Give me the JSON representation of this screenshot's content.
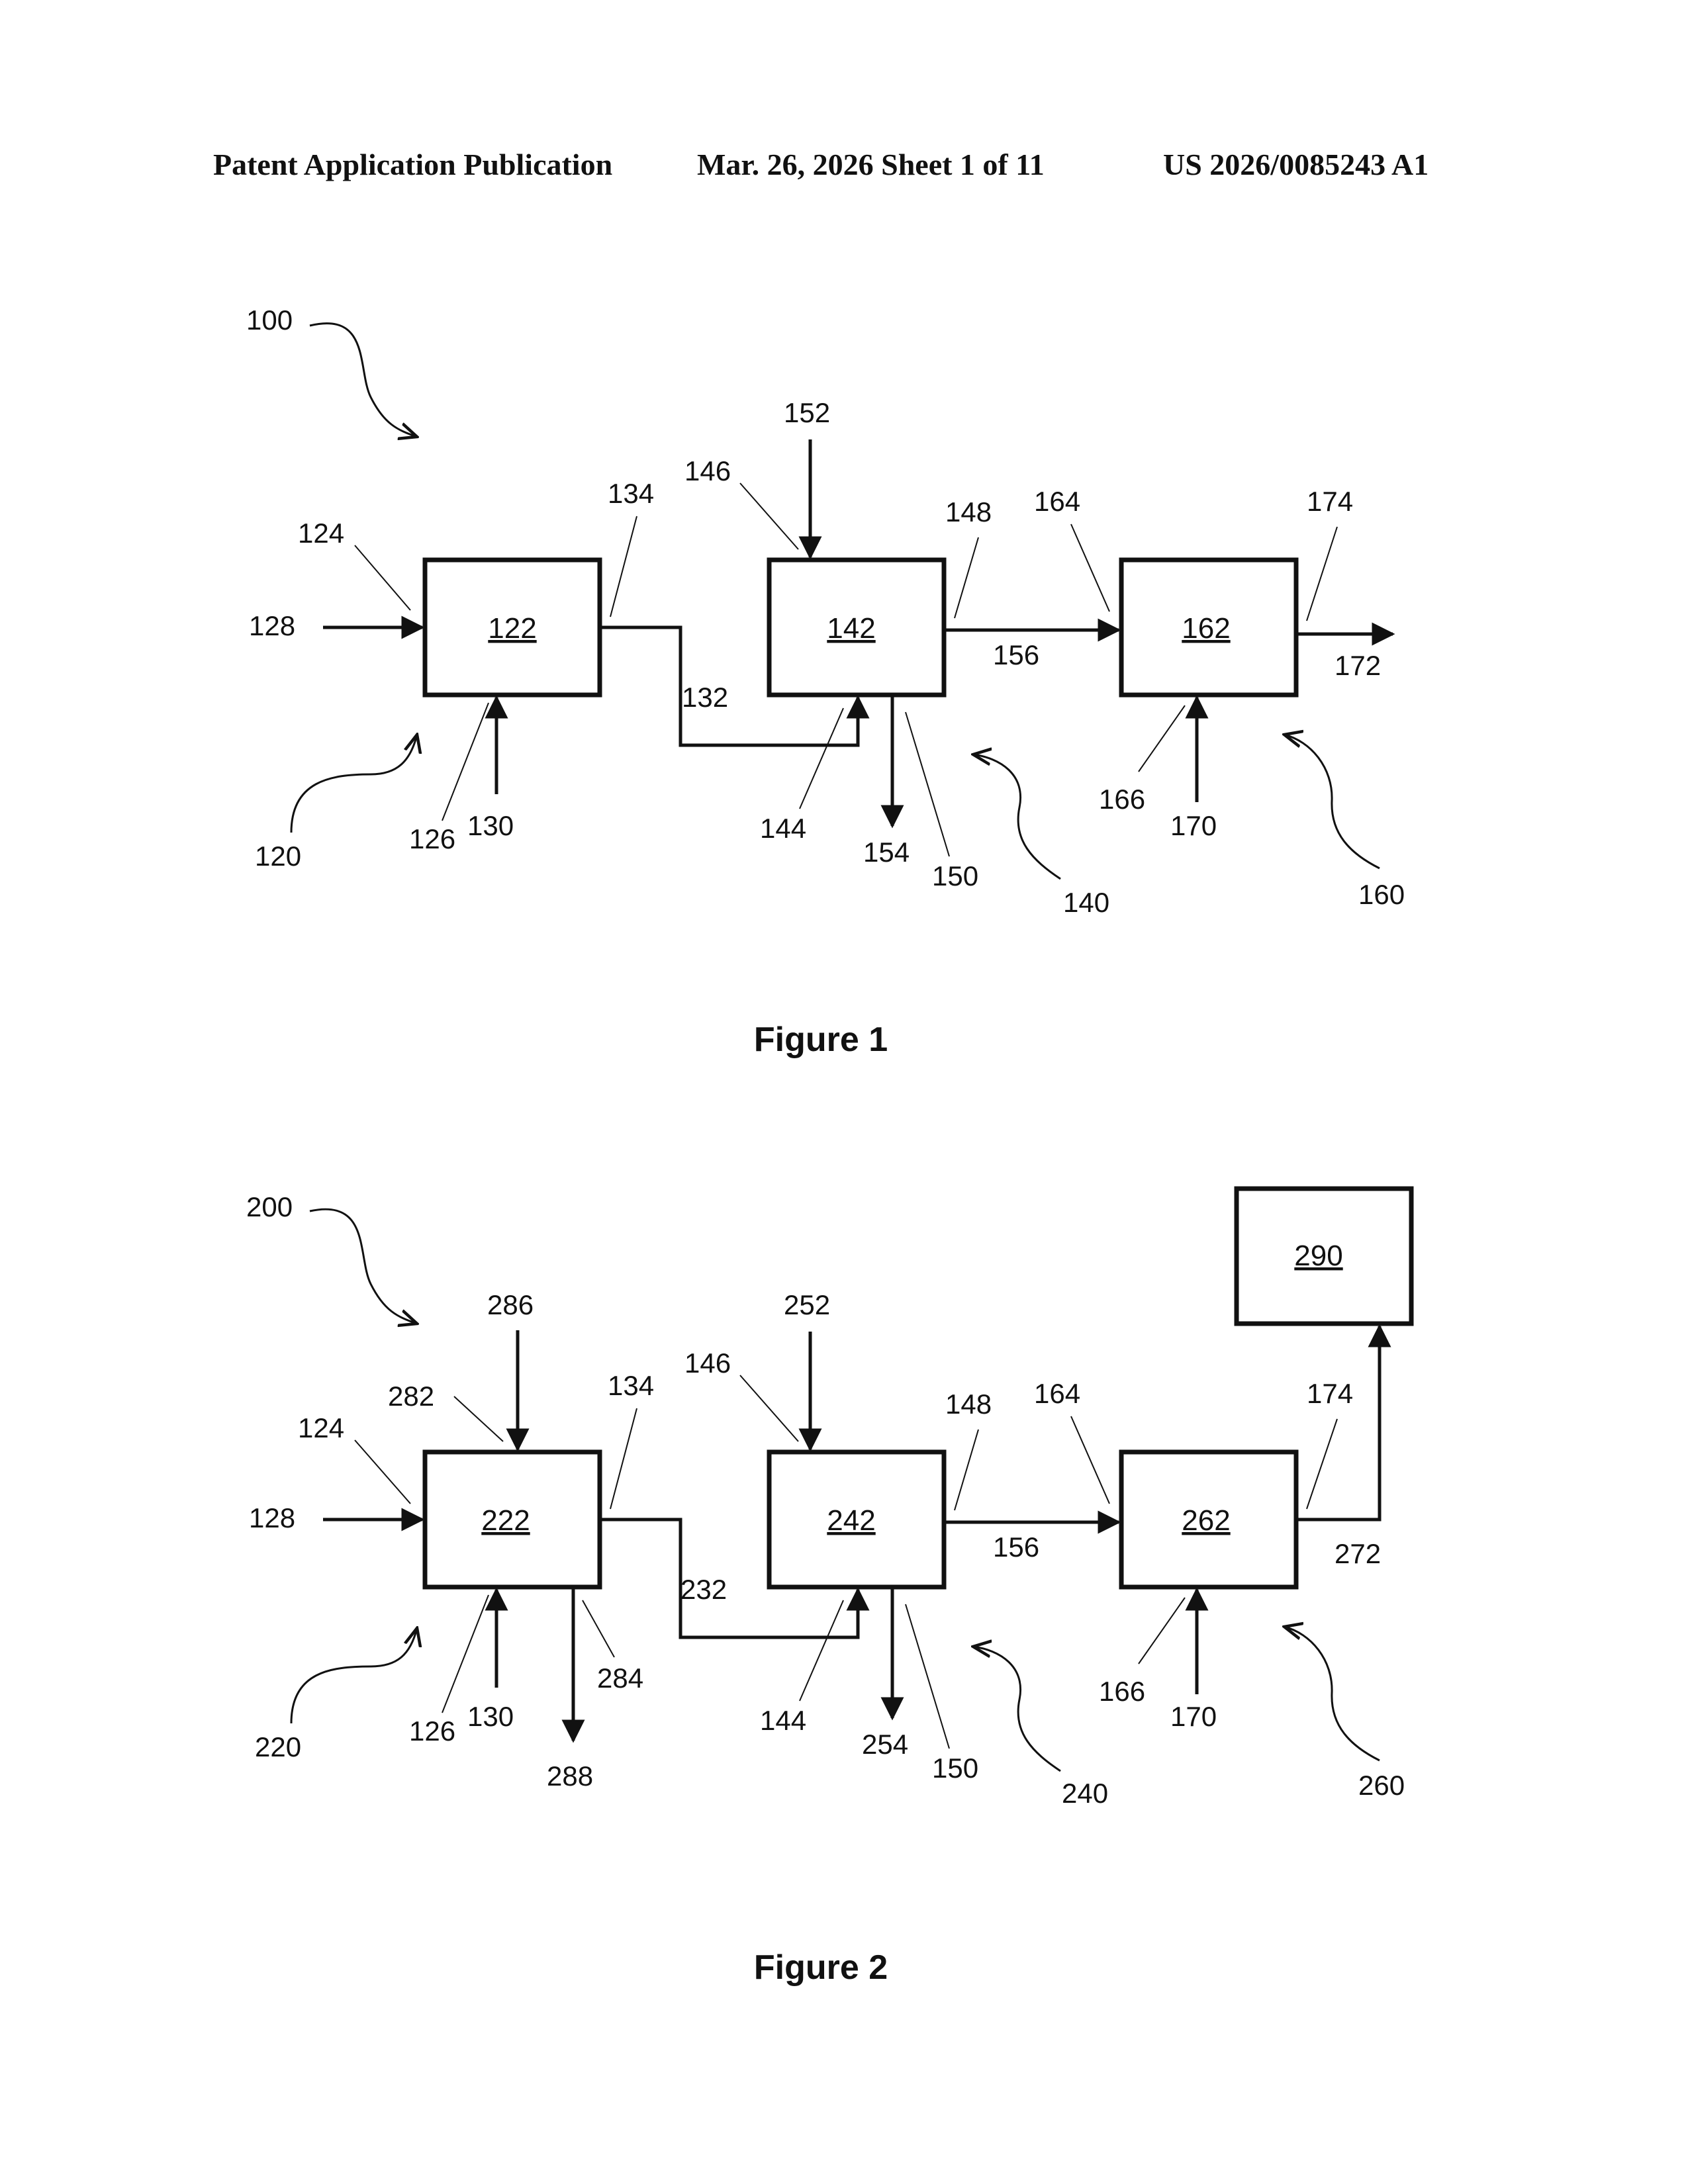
{
  "header": {
    "left": "Patent Application Publication",
    "middle": "Mar. 26, 2026  Sheet 1 of 11",
    "right": "US 2026/0085243 A1"
  },
  "figure1": {
    "caption": "Figure 1",
    "system": "100",
    "boxes": {
      "b122": "122",
      "b142": "142",
      "b162": "162"
    },
    "labels": {
      "l124": "124",
      "l128": "128",
      "l126": "126",
      "l130": "130",
      "l120": "120",
      "l134": "134",
      "l132": "132",
      "l146": "146",
      "l152": "152",
      "l144": "144",
      "l154": "154",
      "l150": "150",
      "l140": "140",
      "l148": "148",
      "l156": "156",
      "l164": "164",
      "l174": "174",
      "l172": "172",
      "l166": "166",
      "l170": "170",
      "l160": "160"
    }
  },
  "figure2": {
    "caption": "Figure 2",
    "system": "200",
    "boxes": {
      "b222": "222",
      "b242": "242",
      "b262": "262",
      "b290": "290"
    },
    "labels": {
      "l124": "124",
      "l128": "128",
      "l282": "282",
      "l286": "286",
      "l126": "126",
      "l130": "130",
      "l220": "220",
      "l284": "284",
      "l288": "288",
      "l134": "134",
      "l232": "232",
      "l146": "146",
      "l252": "252",
      "l144": "144",
      "l254": "254",
      "l150": "150",
      "l240": "240",
      "l148": "148",
      "l156": "156",
      "l164": "164",
      "l174": "174",
      "l272": "272",
      "l166": "166",
      "l170": "170",
      "l260": "260"
    }
  }
}
